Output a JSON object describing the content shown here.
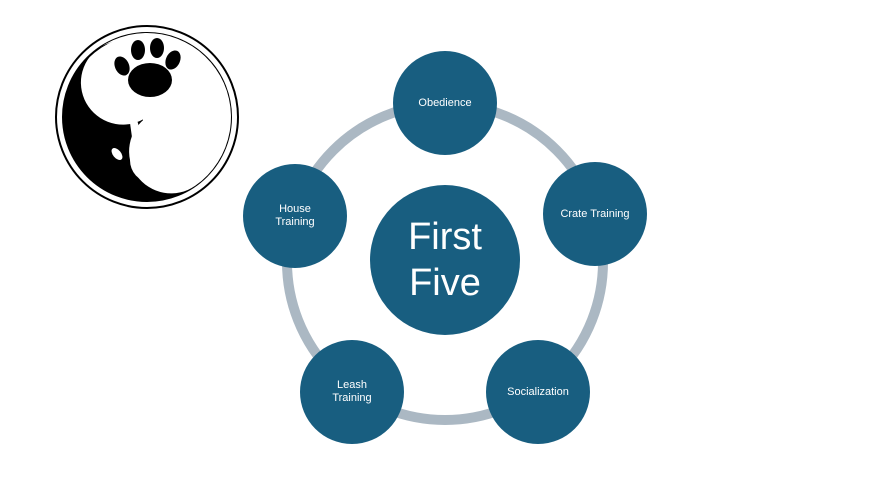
{
  "diagram": {
    "center": {
      "line1": "First",
      "line2": "Five"
    },
    "nodes": [
      {
        "line1": "Obedience",
        "line2": ""
      },
      {
        "line1": "Crate Training",
        "line2": ""
      },
      {
        "line1": "Socialization",
        "line2": ""
      },
      {
        "line1": "Leash",
        "line2": "Training"
      },
      {
        "line1": "House",
        "line2": "Training"
      }
    ]
  },
  "colors": {
    "node": "#185e80",
    "ring": "#abb8c3"
  }
}
